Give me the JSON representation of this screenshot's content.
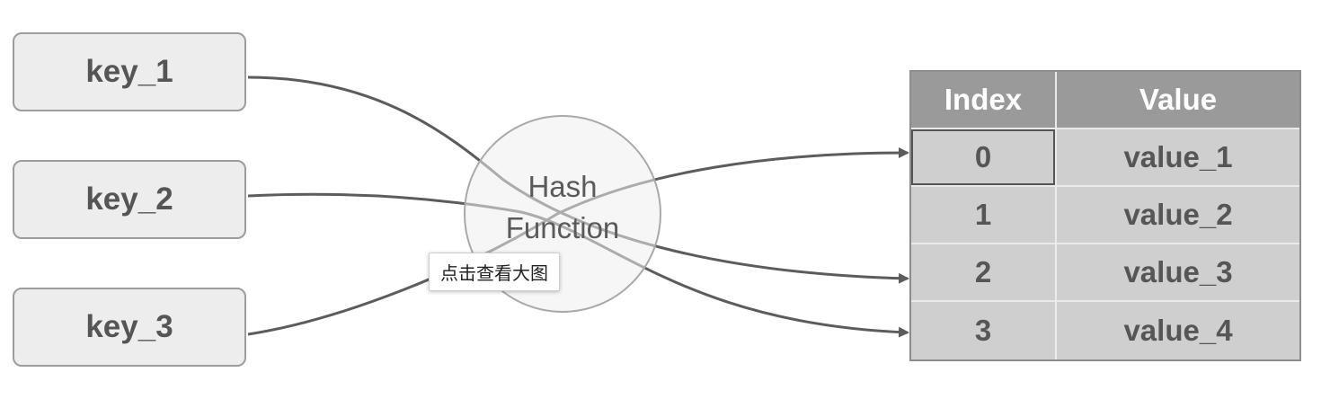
{
  "keys": [
    "key_1",
    "key_2",
    "key_3"
  ],
  "hash_function": {
    "line1": "Hash",
    "line2": "Function"
  },
  "table": {
    "headers": {
      "index": "Index",
      "value": "Value"
    },
    "rows": [
      {
        "index": "0",
        "value": "value_1"
      },
      {
        "index": "1",
        "value": "value_2"
      },
      {
        "index": "2",
        "value": "value_3"
      },
      {
        "index": "3",
        "value": "value_4"
      }
    ]
  },
  "tooltip": "点击查看大图",
  "colors": {
    "line": "#5c5c5c",
    "key_fill": "#ededed",
    "table_header": "#9a9a9a",
    "table_cell": "#cfcfcf"
  }
}
